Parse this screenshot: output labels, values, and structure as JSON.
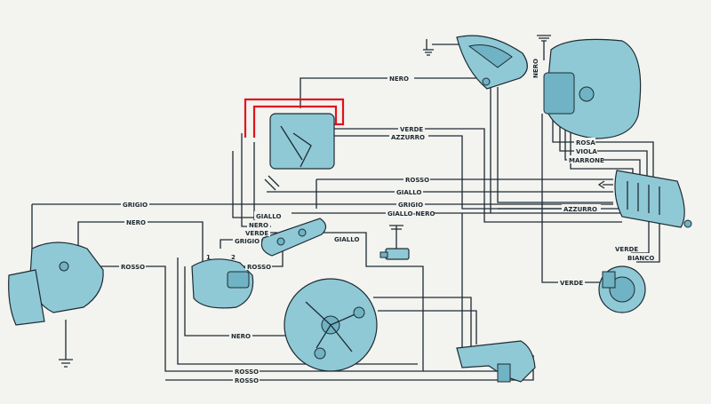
{
  "diagram": {
    "colors": {
      "background": "#f3f3f0",
      "component": "#8fc9d6",
      "wire": "#1e2b33",
      "highlight": "#e0141c"
    },
    "components": {
      "speedometer": "speedometer-icon",
      "headlight": "headlight-icon",
      "regulator": "regulator-icon",
      "switch_box": "handlebar-switch-icon",
      "junction_block": "junction-block-icon",
      "spark_plug": "spark-plug-icon",
      "ignition_coil": "ignition-coil-icon",
      "flywheel_magneto": "flywheel-magneto-icon",
      "tail_light": "tail-light-icon",
      "horn": "horn-icon",
      "brake_switch": "brake-switch-icon"
    },
    "labels": {
      "nero_top": "NERO",
      "nero_vertical": "NERO",
      "verde_top": "VERDE",
      "azzurro_top": "AZZURRO",
      "rosso_mid": "ROSSO",
      "giallo_mid": "GIALLO",
      "grigio_mid": "GRIGIO",
      "giallo_nero_mid": "GIALLO-NERO",
      "azzurro_right": "AZZURRO",
      "rosa": "ROSA",
      "viola": "VIOLA",
      "marrone": "MARRONE",
      "grigio_left": "GRIGIO",
      "nero_left": "NERO",
      "rosso_left": "ROSSO",
      "giallo_junction": "GIALLO",
      "nero_junction": "NERO",
      "verde_junction": "VERDE",
      "grigio_junction": "GRIGIO",
      "rosso_coil": "ROSSO",
      "giallo_plug": "GIALLO",
      "coil_terminal_1": "1",
      "coil_terminal_2": "2",
      "verde_horn_top": "VERDE",
      "bianco_horn": "BIANCO",
      "verde_horn": "VERDE",
      "nero_bottom": "NERO",
      "rosso_bottom1": "ROSSO",
      "rosso_bottom2": "ROSSO"
    }
  }
}
